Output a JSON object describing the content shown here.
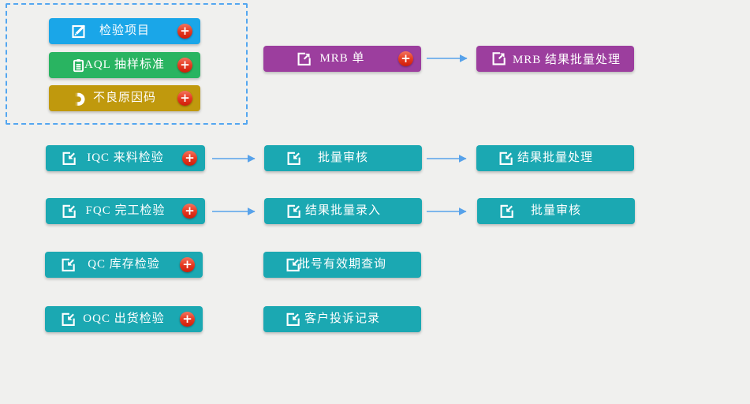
{
  "glyphs": {
    "plus": "+"
  },
  "palette": {
    "background": "#f0f0ee",
    "blue": "#1aa6e8",
    "green": "#29b461",
    "gold": "#c0990d",
    "purple": "#9c3e9e",
    "teal": "#1ba8b2",
    "add_badge_red": "#d92310",
    "arrow_blue": "#57a2ea",
    "dashed_border_blue": "#54a7f0",
    "text": "#ffffff"
  },
  "nodes": [
    {
      "id": "inspection-items",
      "label": "检验项目",
      "color": "#1aa6e8",
      "icon": "edit-icon",
      "has_add": true
    },
    {
      "id": "aql-sampling-standard",
      "label": "AQL 抽样标准",
      "color": "#29b461",
      "icon": "clipboard-icon",
      "has_add": true
    },
    {
      "id": "defect-reason-code",
      "label": "不良原因码",
      "color": "#c0990d",
      "icon": "magnet-icon",
      "has_add": true
    },
    {
      "id": "mrb-order",
      "label": "MRB 单",
      "color": "#9c3e9e",
      "icon": "export-icon",
      "has_add": true
    },
    {
      "id": "mrb-result-batch-processing",
      "label": "MRB 结果批量处理",
      "color": "#9c3e9e",
      "icon": "export-icon",
      "has_add": false
    },
    {
      "id": "iqc-incoming-inspection",
      "label": "IQC 来料检验",
      "color": "#1ba8b2",
      "icon": "import-icon",
      "has_add": true
    },
    {
      "id": "batch-review-iqc",
      "label": "批量审核",
      "color": "#1ba8b2",
      "icon": "import-icon",
      "has_add": false
    },
    {
      "id": "result-batch-processing",
      "label": "结果批量处理",
      "color": "#1ba8b2",
      "icon": "import-icon",
      "has_add": false
    },
    {
      "id": "fqc-final-inspection",
      "label": "FQC 完工检验",
      "color": "#1ba8b2",
      "icon": "import-icon",
      "has_add": true
    },
    {
      "id": "result-batch-entry",
      "label": "结果批量录入",
      "color": "#1ba8b2",
      "icon": "import-icon",
      "has_add": false
    },
    {
      "id": "batch-review-fqc",
      "label": "批量审核",
      "color": "#1ba8b2",
      "icon": "import-icon",
      "has_add": false
    },
    {
      "id": "qc-stock-inspection",
      "label": "QC 库存检验",
      "color": "#1ba8b2",
      "icon": "import-icon",
      "has_add": true
    },
    {
      "id": "batch-validity-query",
      "label": "批号有效期查询",
      "color": "#1ba8b2",
      "icon": "import-icon",
      "has_add": false
    },
    {
      "id": "oqc-shipping-inspection",
      "label": "OQC 出货检验",
      "color": "#1ba8b2",
      "icon": "import-icon",
      "has_add": true
    },
    {
      "id": "customer-complaint-record",
      "label": "客户投诉记录",
      "color": "#1ba8b2",
      "icon": "import-icon",
      "has_add": false
    }
  ],
  "connections": [
    {
      "from": "MRB 单",
      "to": "MRB 结果批量处理"
    },
    {
      "from": "IQC 来料检验",
      "to": "批量审核"
    },
    {
      "from": "批量审核",
      "to": "结果批量处理"
    },
    {
      "from": "FQC 完工检验",
      "to": "结果批量录入"
    },
    {
      "from": "结果批量录入",
      "to": "批量审核"
    }
  ]
}
